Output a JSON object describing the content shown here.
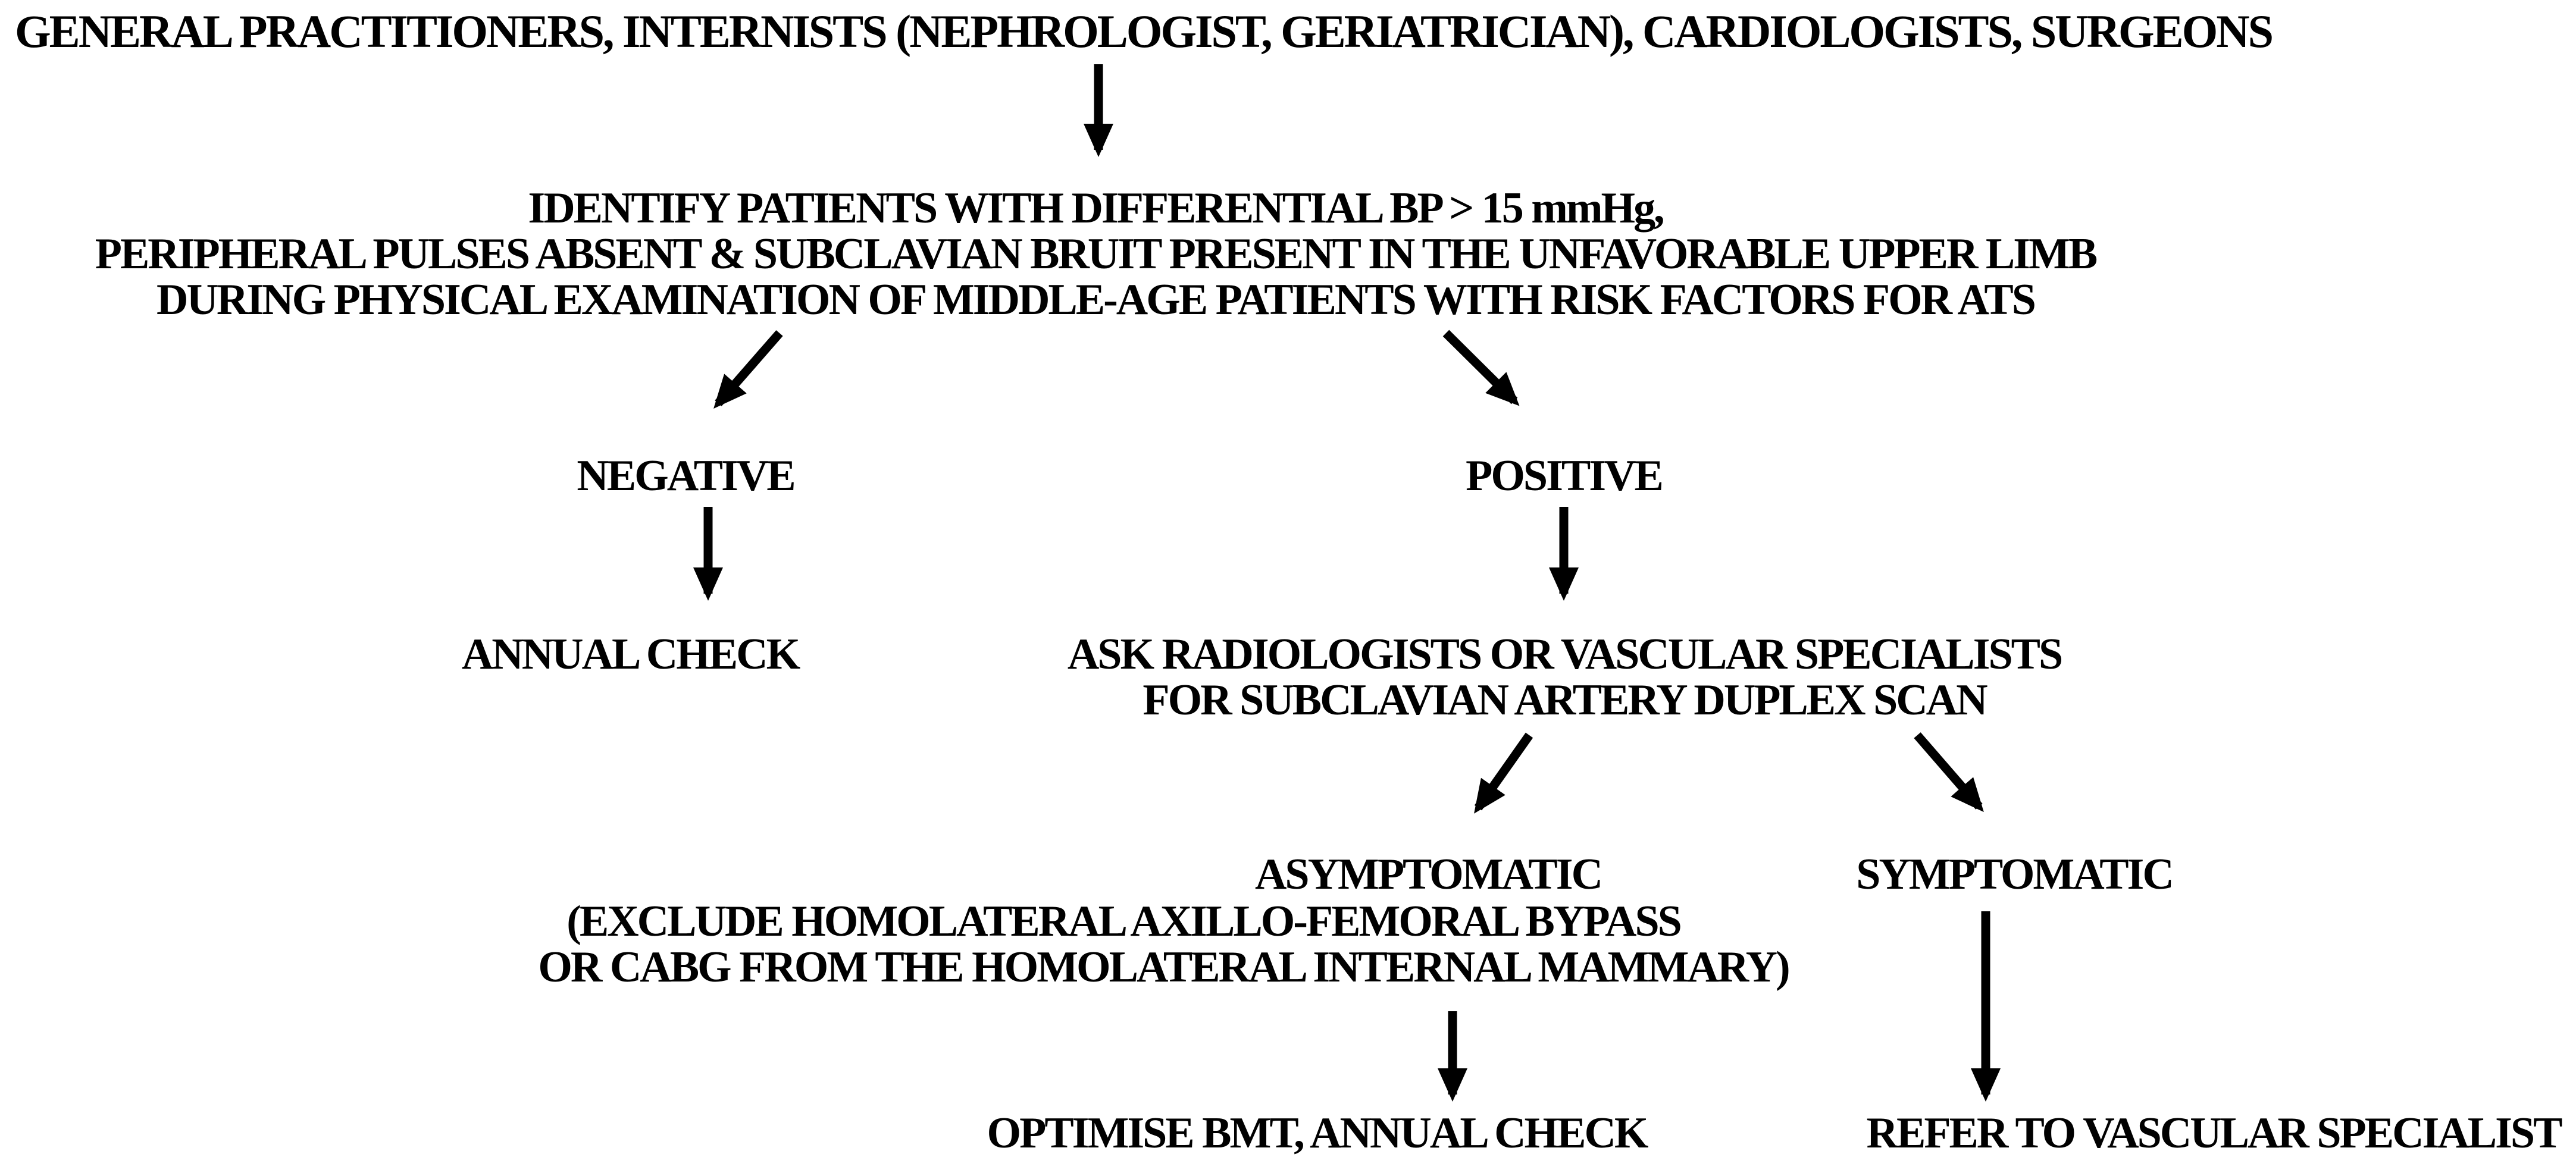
{
  "diagram": {
    "type": "flowchart",
    "colors": {
      "background": "#ffffff",
      "text": "#000000",
      "arrow": "#000000"
    },
    "nodes": {
      "providers": {
        "text": "GENERAL PRACTITIONERS, INTERNISTS (NEPHROLOGIST, GERIATRICIAN), CARDIOLOGISTS, SURGEONS"
      },
      "identify": {
        "lines": [
          "IDENTIFY PATIENTS WITH DIFFERENTIAL BP > 15 mmHg,",
          "PERIPHERAL PULSES ABSENT & SUBCLAVIAN BRUIT PRESENT IN THE UNFAVORABLE UPPER LIMB",
          "DURING PHYSICAL EXAMINATION OF MIDDLE-AGE PATIENTS WITH RISK FACTORS FOR ATS"
        ]
      },
      "negative": {
        "text": "NEGATIVE"
      },
      "positive": {
        "text": "POSITIVE"
      },
      "annual_check": {
        "text": "ANNUAL CHECK"
      },
      "duplex": {
        "lines": [
          "ASK RADIOLOGISTS OR VASCULAR SPECIALISTS",
          "FOR SUBCLAVIAN ARTERY DUPLEX SCAN"
        ]
      },
      "asymptomatic": {
        "lines": [
          "ASYMPTOMATIC",
          "(EXCLUDE HOMOLATERAL AXILLO-FEMORAL BYPASS",
          "OR CABG FROM THE HOMOLATERAL INTERNAL MAMMARY)"
        ]
      },
      "symptomatic": {
        "text": "SYMPTOMATIC"
      },
      "optimise": {
        "text": "OPTIMISE BMT, ANNUAL CHECK"
      },
      "refer": {
        "text": "REFER TO VASCULAR SPECIALIST"
      }
    },
    "edges": [
      {
        "from": "providers",
        "to": "identify"
      },
      {
        "from": "identify",
        "to": "negative"
      },
      {
        "from": "identify",
        "to": "positive"
      },
      {
        "from": "negative",
        "to": "annual_check"
      },
      {
        "from": "positive",
        "to": "duplex"
      },
      {
        "from": "duplex",
        "to": "asymptomatic"
      },
      {
        "from": "duplex",
        "to": "symptomatic"
      },
      {
        "from": "asymptomatic",
        "to": "optimise"
      },
      {
        "from": "symptomatic",
        "to": "refer"
      }
    ]
  }
}
